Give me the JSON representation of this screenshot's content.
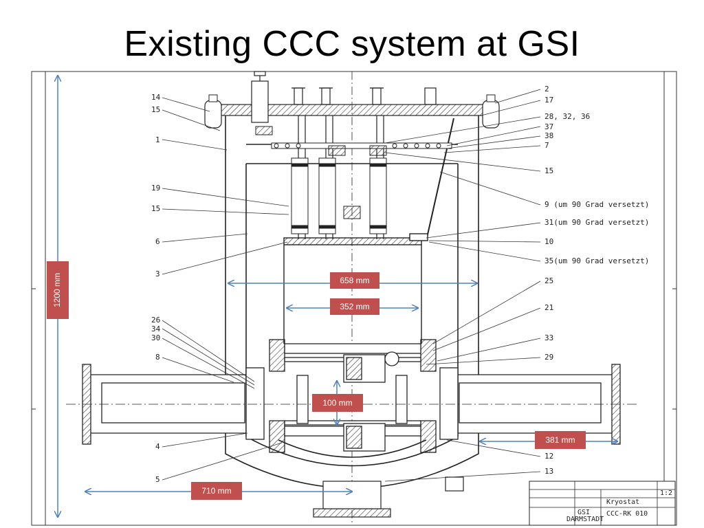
{
  "title": "Existing CCC system at GSI",
  "part_labels": {
    "p14": "14",
    "p15a": "15",
    "p1": "1",
    "p19": "19",
    "p15b": "15",
    "p6": "6",
    "p3": "3",
    "p26": "26",
    "p34": "34",
    "p30": "30",
    "p8": "8",
    "p4": "4",
    "p5": "5",
    "p2": "2",
    "p17": "17",
    "p28": "28, 32, 36",
    "p37": "37",
    "p38": "38",
    "p7": "7",
    "p15c": "15",
    "p9": "9 (um 90 Grad versetzt)",
    "p31": "31(um 90 Grad versetzt)",
    "p10": "10",
    "p35": "35(um 90 Grad versetzt)",
    "p25": "25",
    "p21": "21",
    "p33": "33",
    "p29": "29",
    "p12": "12",
    "p13": "13"
  },
  "dimensions": {
    "d1200": "1200 mm",
    "d658": "658 mm",
    "d352": "352 mm",
    "d100": "100 mm",
    "d381": "381 mm",
    "d710": "710 mm"
  },
  "title_block": {
    "name": "Kryostat",
    "drawing_no": "CCC-RK 010",
    "company": "GSI",
    "city": "DARMSTADT",
    "scale": "1:2"
  },
  "colors": {
    "dimension_box": "#c0504d",
    "dimension_arrow": "#4f81bd"
  }
}
